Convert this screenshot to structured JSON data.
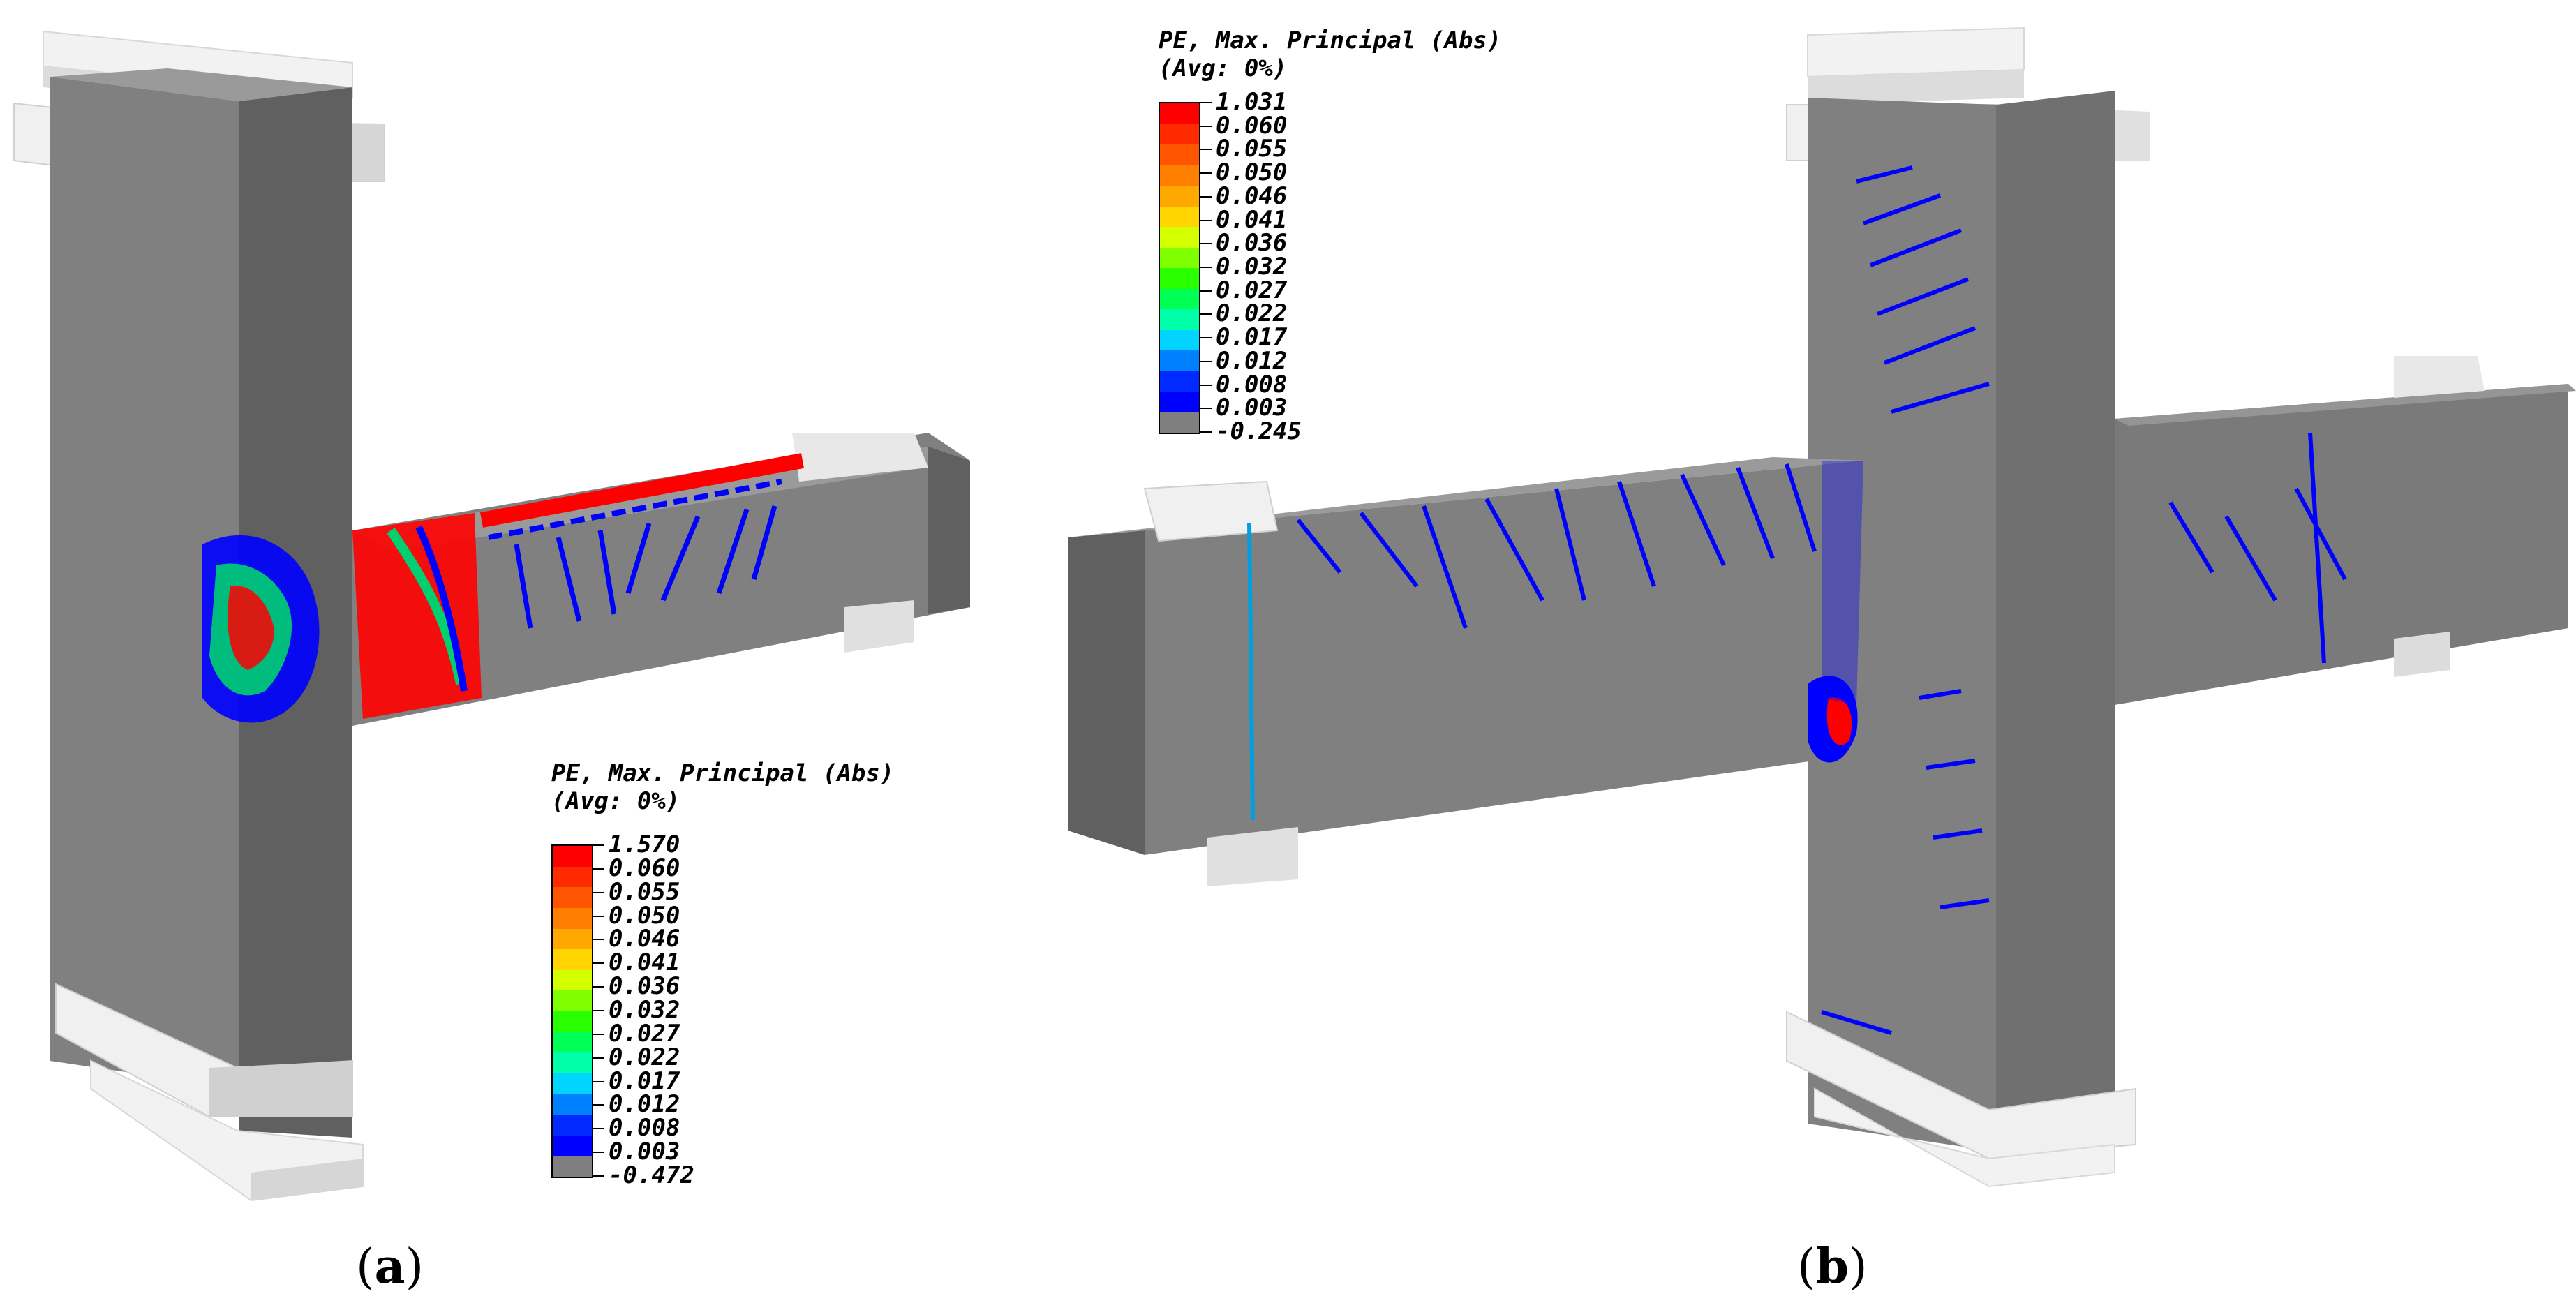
{
  "panels": {
    "a": {
      "caption_open": "(",
      "caption_letter": "a",
      "caption_close": ")",
      "legend": {
        "title_line1": "PE, Max. Principal (Abs)",
        "title_line2": "(Avg: 0%)",
        "values": [
          "1.570",
          "0.060",
          "0.055",
          "0.050",
          "0.046",
          "0.041",
          "0.036",
          "0.032",
          "0.027",
          "0.022",
          "0.017",
          "0.012",
          "0.008",
          "0.003",
          "-0.472"
        ]
      }
    },
    "b": {
      "caption_open": "(",
      "caption_letter": "b",
      "caption_close": ")",
      "legend": {
        "title_line1": "PE, Max. Principal (Abs)",
        "title_line2": "(Avg: 0%)",
        "values": [
          "1.031",
          "0.060",
          "0.055",
          "0.050",
          "0.046",
          "0.041",
          "0.036",
          "0.032",
          "0.027",
          "0.022",
          "0.017",
          "0.012",
          "0.008",
          "0.003",
          "-0.245"
        ]
      }
    }
  },
  "legend_colors": [
    "#ff0000",
    "#ff2a00",
    "#ff5400",
    "#ff7f00",
    "#ffa900",
    "#ffd400",
    "#d4ff00",
    "#7fff00",
    "#2aff00",
    "#00ff54",
    "#00ffa9",
    "#00d4ff",
    "#007fff",
    "#002aff",
    "#0000ff",
    "#7f7f7f"
  ],
  "colors": {
    "concrete_front": "#808080",
    "concrete_side": "#606060",
    "concrete_top": "#a8a8a8",
    "plate_light": "#f2f2f2",
    "plate_mid": "#dcdcdc",
    "plate_dark": "#bdbdbd",
    "crack_blue": "#0000ff",
    "crack_cyan": "#00bfff",
    "crack_green": "#00e040",
    "crack_red": "#ff0000"
  }
}
